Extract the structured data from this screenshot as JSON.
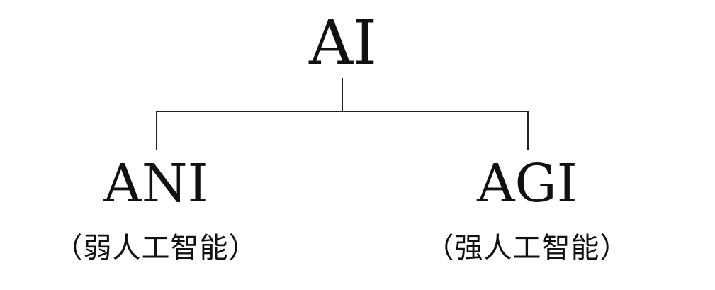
{
  "root": {
    "label": "AI"
  },
  "children": [
    {
      "label": "ANI",
      "description": "（弱人工智能）"
    },
    {
      "label": "AGI",
      "description": "（强人工智能）"
    }
  ],
  "colors": {
    "text": "#111111",
    "line": "#222222",
    "background": "#ffffff"
  }
}
